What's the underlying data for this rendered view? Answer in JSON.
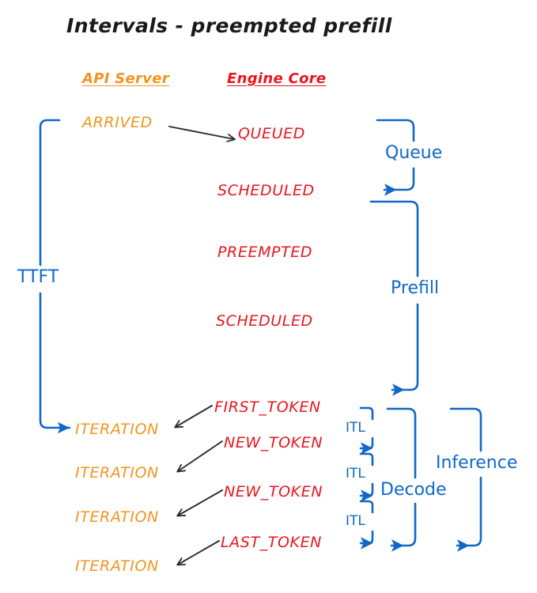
{
  "title": "Intervals - preempted prefill",
  "colors": {
    "api_orange": "#f0951f",
    "engine_red": "#e8161f",
    "interval_blue": "#1068c8",
    "arrow_black": "#2b2b2b",
    "background": "#ffffff"
  },
  "columns": {
    "api_server": "API Server",
    "engine_core": "Engine Core"
  },
  "api_events": [
    {
      "label": "ARRIVED"
    },
    {
      "label": "ITERATION"
    },
    {
      "label": "ITERATION"
    },
    {
      "label": "ITERATION"
    },
    {
      "label": "ITERATION"
    }
  ],
  "engine_events": [
    {
      "label": "QUEUED"
    },
    {
      "label": "SCHEDULED"
    },
    {
      "label": "PREEMPTED"
    },
    {
      "label": "SCHEDULED"
    },
    {
      "label": "FIRST_TOKEN"
    },
    {
      "label": "NEW_TOKEN"
    },
    {
      "label": "NEW_TOKEN"
    },
    {
      "label": "LAST_TOKEN"
    }
  ],
  "intervals": {
    "ttft": "TTFT",
    "queue": "Queue",
    "prefill": "Prefill",
    "decode": "Decode",
    "inference": "Inference",
    "itl": [
      "ITL",
      "ITL",
      "ITL"
    ]
  }
}
